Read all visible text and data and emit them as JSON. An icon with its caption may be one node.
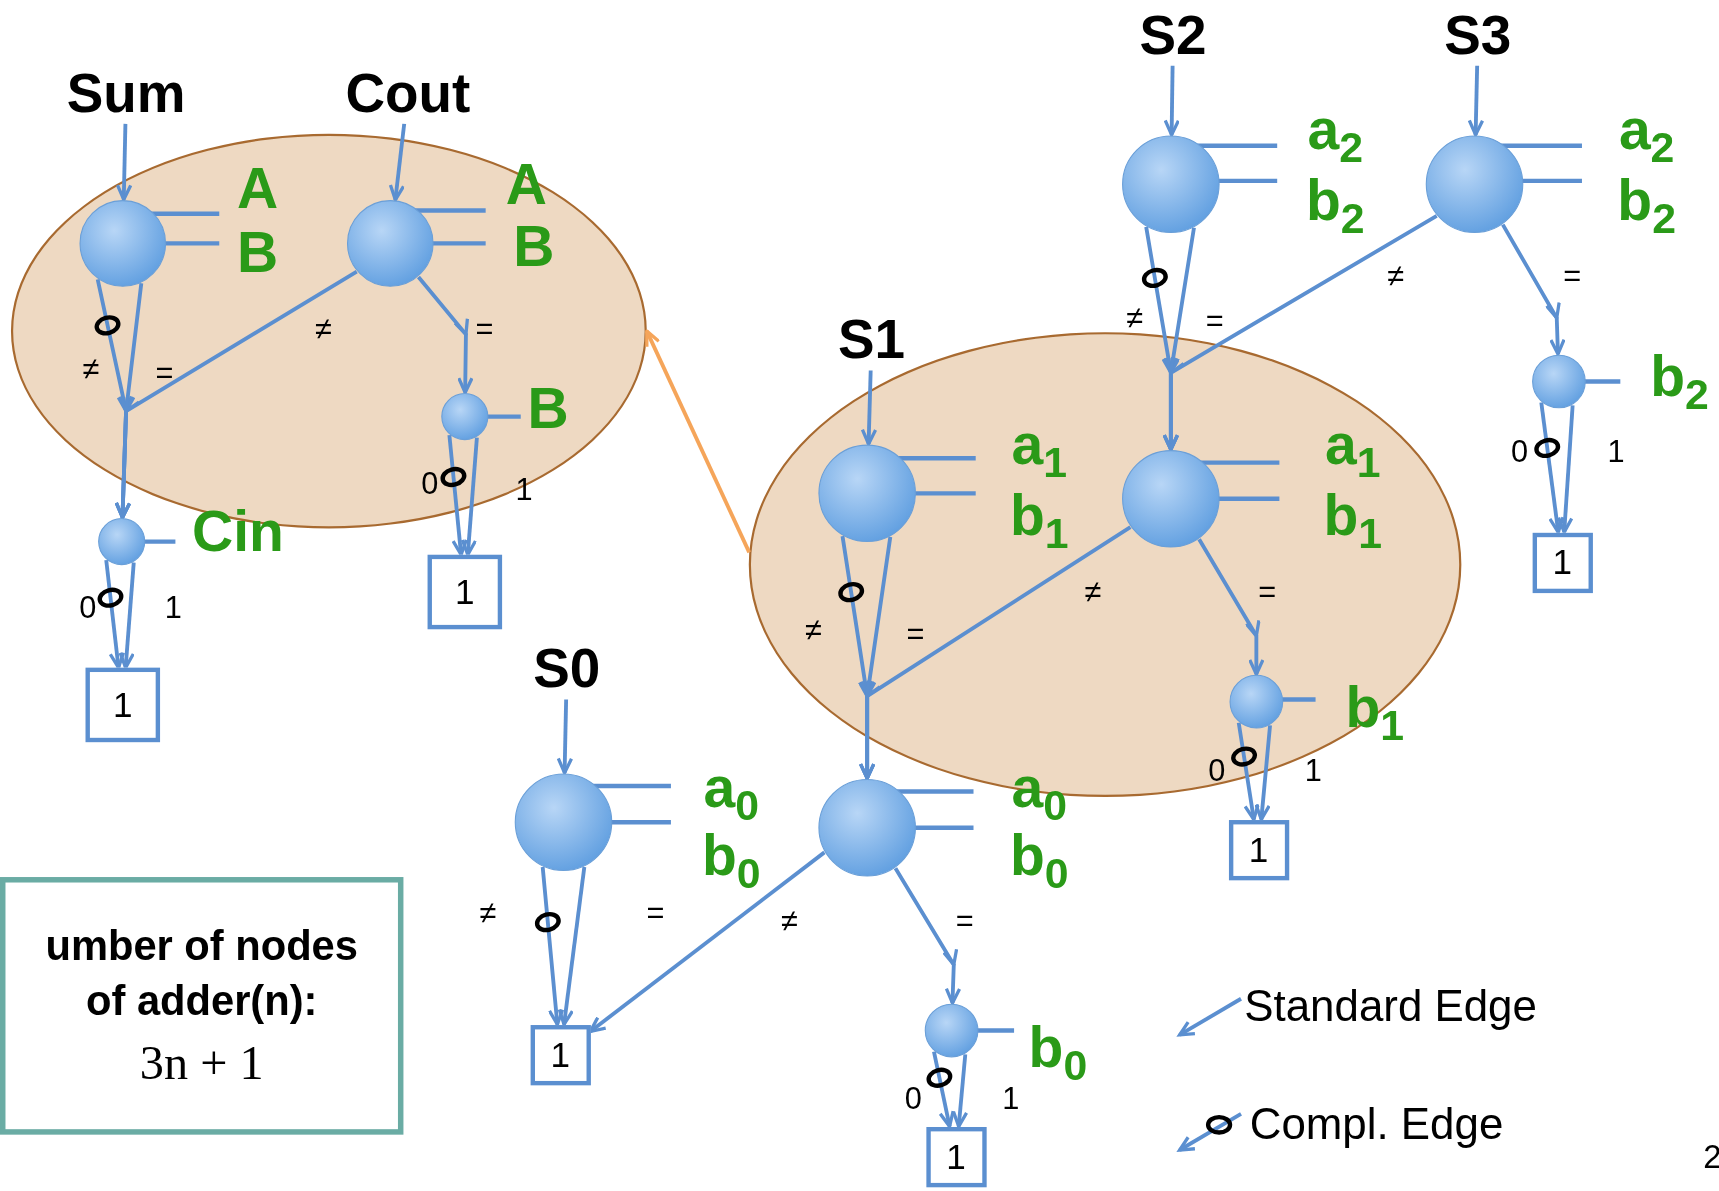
{
  "diagram": {
    "nodes": [
      {
        "text": [],
        "shape": "ellipse"
      },
      {
        "text": [
          "Sum"
        ]
      },
      {
        "text": [],
        "shape": "circle",
        "in": 0,
        "beside": [
          "A",
          "B"
        ]
      },
      {
        "text": [
          "Cout"
        ]
      },
      {
        "text": [],
        "shape": "circle",
        "in": 0,
        "beside": [
          "A",
          "B"
        ]
      },
      {
        "text": [],
        "shape": "circle",
        "in": 0,
        "beside": [
          "B"
        ]
      },
      {
        "text": [],
        "shape": "circle",
        "beside": [
          "Cin"
        ]
      },
      {
        "text": [
          "1"
        ]
      },
      {
        "text": [
          "1"
        ]
      },
      {
        "text": [
          "S2"
        ]
      },
      {
        "text": [],
        "shape": "circle",
        "beside": [
          "a$_{2}$",
          "b$_{2}$"
        ]
      },
      {
        "text": [
          "S3"
        ]
      },
      {
        "text": [],
        "shape": "circle",
        "beside": [
          "a$_{2}$",
          "b$_{2}$"
        ]
      },
      {
        "text": [],
        "shape": "circle",
        "beside": [
          "b$_{2}$"
        ]
      },
      {
        "text": [
          "1"
        ]
      },
      {
        "text": [
          "S1"
        ]
      },
      {
        "text": [],
        "shape": "ellipse"
      },
      {
        "text": [],
        "shape": "circle",
        "in": 16,
        "beside": [
          "a$_{1}$",
          "b$_{1}$"
        ]
      },
      {
        "text": [],
        "shape": "circle",
        "in": 16,
        "beside": [
          "a$_{1}$",
          "b$_{1}$"
        ]
      },
      {
        "text": [],
        "shape": "circle",
        "in": 16,
        "beside": [
          "b$_{1}$"
        ]
      },
      {
        "text": [
          "1"
        ]
      },
      {
        "text": [
          "S0"
        ]
      },
      {
        "text": [],
        "shape": "circle",
        "beside": [
          "a$_{0}$",
          "b$_{0}$"
        ]
      },
      {
        "text": [
          "1"
        ]
      },
      {
        "text": [],
        "shape": "circle",
        "beside": [
          "a$_{0}$",
          "b$_{0}$"
        ]
      },
      {
        "text": [],
        "shape": "circle",
        "beside": [
          "b$_{0}$"
        ]
      },
      {
        "text": [
          "1"
        ]
      },
      {
        "text": [
          "umber of nodes of adder(n):",
          "3n + 1"
        ]
      }
    ],
    "edges": [
      {
        "from": 1,
        "to": 2,
        "arrow": "to"
      },
      {
        "from": 3,
        "to": 4,
        "arrow": "to"
      },
      {
        "from": 2,
        "to": 6,
        "arrow": "to",
        "label": "≠"
      },
      {
        "from": 2,
        "to": 6,
        "arrow": "to",
        "label": "="
      },
      {
        "from": 4,
        "to": 6,
        "arrow": "to",
        "label": "≠"
      },
      {
        "from": 4,
        "to": 5,
        "arrow": "to",
        "label": "="
      },
      {
        "from": 5,
        "to": 8,
        "arrow": "to",
        "label": "0"
      },
      {
        "from": 5,
        "to": 8,
        "arrow": "to",
        "label": "1"
      },
      {
        "from": 6,
        "to": 7,
        "arrow": "to",
        "label": "0"
      },
      {
        "from": 6,
        "to": 7,
        "arrow": "to",
        "label": "1"
      },
      {
        "from": 16,
        "to": 0,
        "arrow": "to",
        "color": "#f5a55a"
      },
      {
        "from": 9,
        "to": 10,
        "arrow": "to"
      },
      {
        "from": 11,
        "to": 12,
        "arrow": "to"
      },
      {
        "from": 10,
        "to": 18,
        "arrow": "to",
        "label": "≠"
      },
      {
        "from": 10,
        "to": 18,
        "arrow": "to",
        "label": "="
      },
      {
        "from": 12,
        "to": 18,
        "arrow": "to",
        "label": "≠"
      },
      {
        "from": 12,
        "to": 13,
        "arrow": "to",
        "label": "="
      },
      {
        "from": 13,
        "to": 14,
        "arrow": "to",
        "label": "0"
      },
      {
        "from": 13,
        "to": 14,
        "arrow": "to",
        "label": "1"
      },
      {
        "from": 15,
        "to": 17,
        "arrow": "to"
      },
      {
        "from": 17,
        "to": 24,
        "arrow": "to",
        "label": "≠"
      },
      {
        "from": 17,
        "to": 24,
        "arrow": "to",
        "label": "="
      },
      {
        "from": 18,
        "to": 24,
        "arrow": "to",
        "label": "≠"
      },
      {
        "from": 18,
        "to": 19,
        "arrow": "to",
        "label": "="
      },
      {
        "from": 19,
        "to": 20,
        "arrow": "to",
        "label": "0"
      },
      {
        "from": 19,
        "to": 20,
        "arrow": "to",
        "label": "1"
      },
      {
        "from": 21,
        "to": 22,
        "arrow": "to"
      },
      {
        "from": 22,
        "to": 23,
        "arrow": "to",
        "label": "≠"
      },
      {
        "from": 22,
        "to": 23,
        "arrow": "to",
        "label": "="
      },
      {
        "from": 24,
        "to": 23,
        "arrow": "to",
        "label": "≠"
      },
      {
        "from": 24,
        "to": 25,
        "arrow": "to",
        "label": "="
      },
      {
        "from": 25,
        "to": 26,
        "arrow": "to",
        "label": "0"
      },
      {
        "from": 25,
        "to": 26,
        "arrow": "to",
        "label": "1"
      }
    ],
    "labels": [
      "2"
    ],
    "legend": [
      {
        "text": "Standard Edge"
      },
      {
        "text": "Compl. Edge"
      }
    ]
  }
}
